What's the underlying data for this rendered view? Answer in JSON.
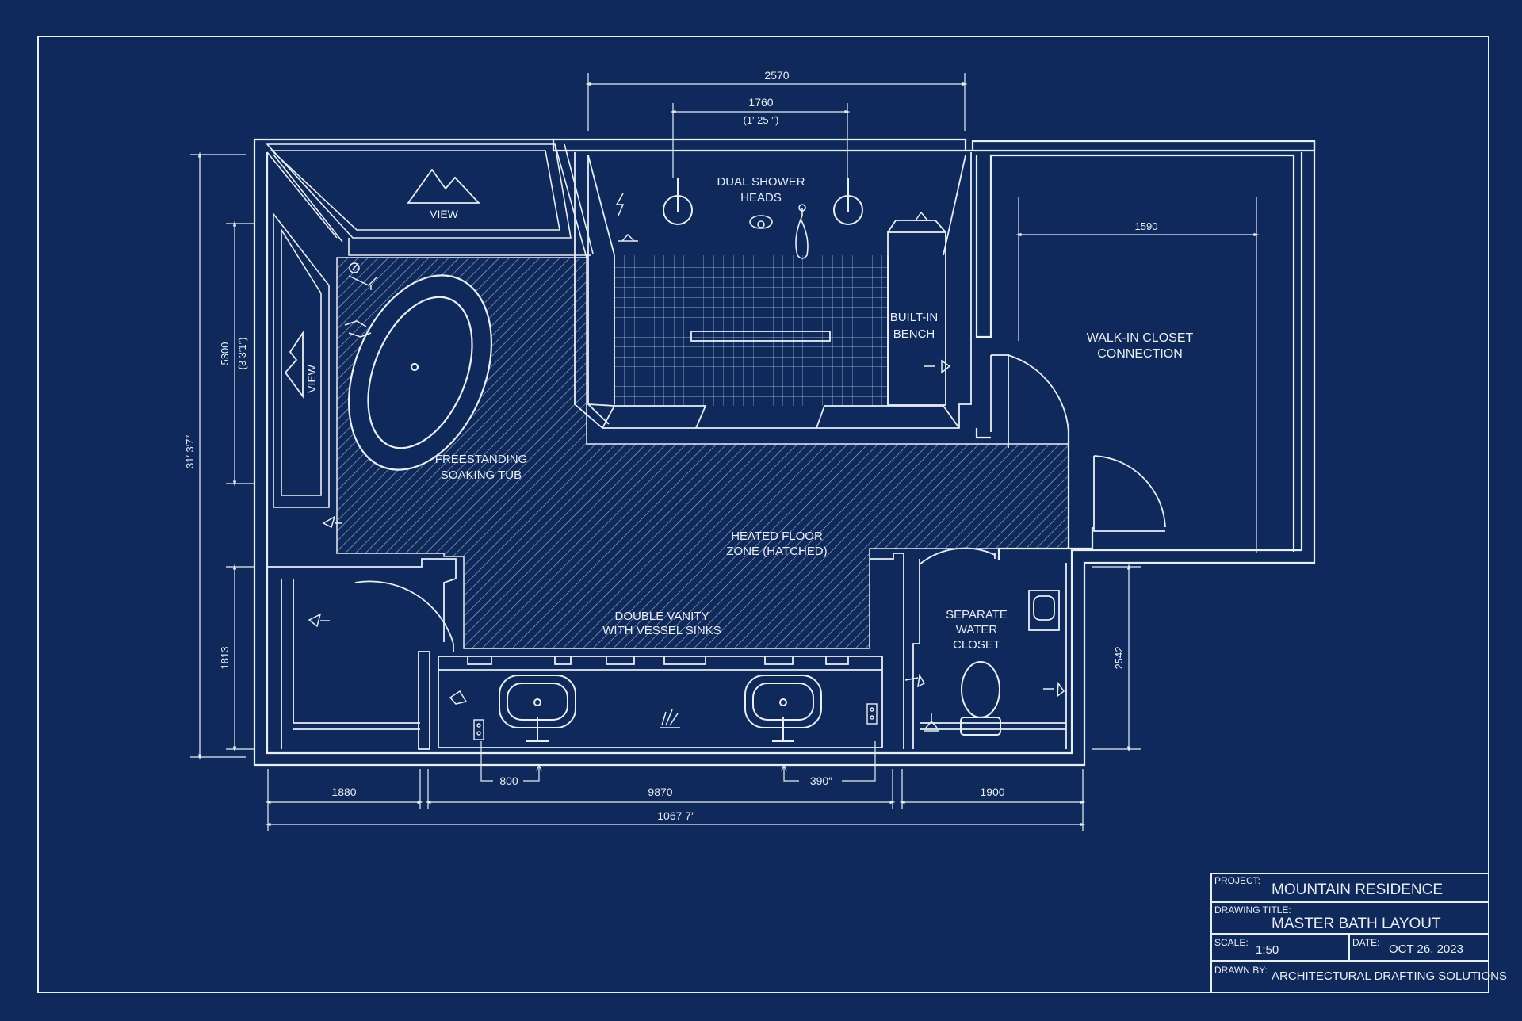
{
  "dimensions": {
    "top_overall": "2570",
    "top_shower": "1760",
    "top_shower_imperial": "(1′ 25 ′′)",
    "closet_width": "1590",
    "left_overall": "31′ 3′7″",
    "left_tub": "5300",
    "left_tub_imperial": "(3 3′1″)",
    "left_lower": "1813",
    "right_lower": "2542",
    "bottom_left": "1880",
    "bottom_mid": "9870",
    "bottom_right": "1900",
    "bottom_overall": "1067 7′",
    "outlet_left": "800",
    "outlet_right": "390″"
  },
  "labels": {
    "view_top": "VIEW",
    "view_left": "VIEW",
    "shower_line1": "DUAL SHOWER",
    "shower_line2": "HEADS",
    "bench_line1": "BUILT-IN",
    "bench_line2": "BENCH",
    "closet_line1": "WALK-IN CLOSET",
    "closet_line2": "CONNECTION",
    "tub_line1": "FREESTANDING",
    "tub_line2": "SOAKING TUB",
    "heated_line1": "HEATED FLOOR",
    "heated_line2": "ZONE (HATCHED)",
    "vanity_line1": "DOUBLE VANITY",
    "vanity_line2": "WITH VESSEL SINKS",
    "wc_line1": "SEPARATE",
    "wc_line2": "WATER",
    "wc_line3": "CLOSET"
  },
  "title_block": {
    "project_label": "PROJECT:",
    "project_value": "MOUNTAIN RESIDENCE",
    "drawing_title_label": "DRAWING TITLE:",
    "drawing_title_value": "MASTER BATH LAYOUT",
    "scale_label": "SCALE:",
    "scale_value": "1:50",
    "date_label": "DATE:",
    "date_value": "OCT 26, 2023",
    "drawn_by_label": "DRAWN BY:",
    "drawn_by_value": "ARCHITECTURAL DRAFTING SOLUTIONS"
  },
  "icons": {
    "mountain_view": "mountain-icon",
    "shower_head": "shower-head-icon",
    "hand_shower": "hand-shower-icon",
    "faucet": "faucet-icon",
    "sink": "sink-icon",
    "toilet": "toilet-icon",
    "outlet": "outlet-icon",
    "door_swing": "door-swing-icon"
  },
  "colors": {
    "background": "#0f2a5a",
    "linework": "#e8eef8",
    "hatch": "#8fa6cf",
    "tile": "#8fa6cf"
  }
}
